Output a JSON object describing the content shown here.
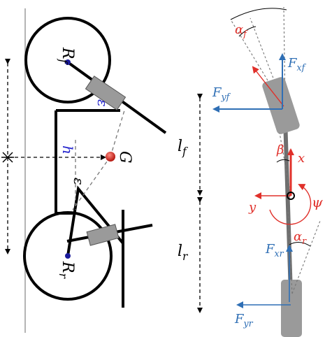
{
  "colors": {
    "frame": "#000000",
    "wall": "#b4b4b4",
    "blue": "#2f6fb5",
    "red": "#e0302a",
    "label_blue": "#2222cc",
    "grey_body": "#9a9a9a",
    "dashed": "#777777"
  },
  "left_bike": {
    "front_wheel_label": {
      "main": "R",
      "sub": "f"
    },
    "rear_wheel_label": {
      "main": "R",
      "sub": "r"
    },
    "cog_label": "G",
    "h_label": "h",
    "epsilon_top": "ε",
    "epsilon_bottom": "ε"
  },
  "dimensions": {
    "lf_label": {
      "main": "l",
      "sub": "f"
    },
    "lr_label": {
      "main": "l",
      "sub": "r"
    }
  },
  "right_model": {
    "alpha_f": {
      "main": "α",
      "sub": "f"
    },
    "alpha_r": {
      "main": "α",
      "sub": "r"
    },
    "Fxf": {
      "main": "F",
      "sub": "xf"
    },
    "Fyf": {
      "main": "F",
      "sub": "yf"
    },
    "Fxr": {
      "main": "F",
      "sub": "xr"
    },
    "Fyr": {
      "main": "F",
      "sub": "yr"
    },
    "beta": "β",
    "x_axis": "x",
    "y_axis": "y",
    "psi": "ψ"
  }
}
